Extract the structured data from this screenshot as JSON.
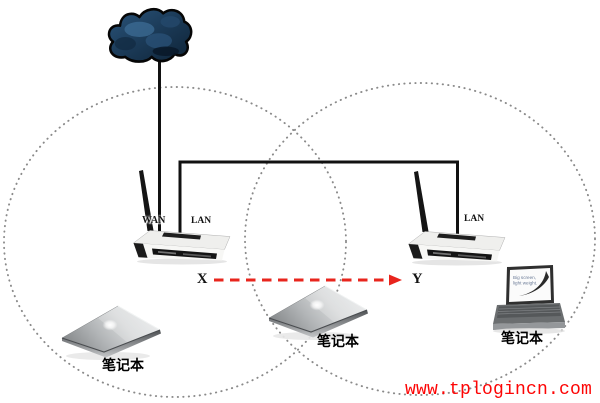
{
  "cloud": {
    "icon": "internet-cloud"
  },
  "router_left": {
    "wan_label": "WAN",
    "lan_label": "LAN"
  },
  "router_right": {
    "lan_label": "LAN"
  },
  "link": {
    "from": "X",
    "to": "Y"
  },
  "laptops": {
    "left": "笔记本",
    "middle": "笔记本",
    "right": "笔记本"
  },
  "laptop_screen": {
    "line1": "Big screen,",
    "line2": "light weight."
  },
  "watermark": "www.tplogincn.com",
  "colors": {
    "arrow_red": "#e8251d",
    "watermark_red": "#fd0505",
    "cloud_blue": "#1b3a57",
    "line_black": "#111111",
    "circle_dot_gray": "#8a8a8a"
  }
}
